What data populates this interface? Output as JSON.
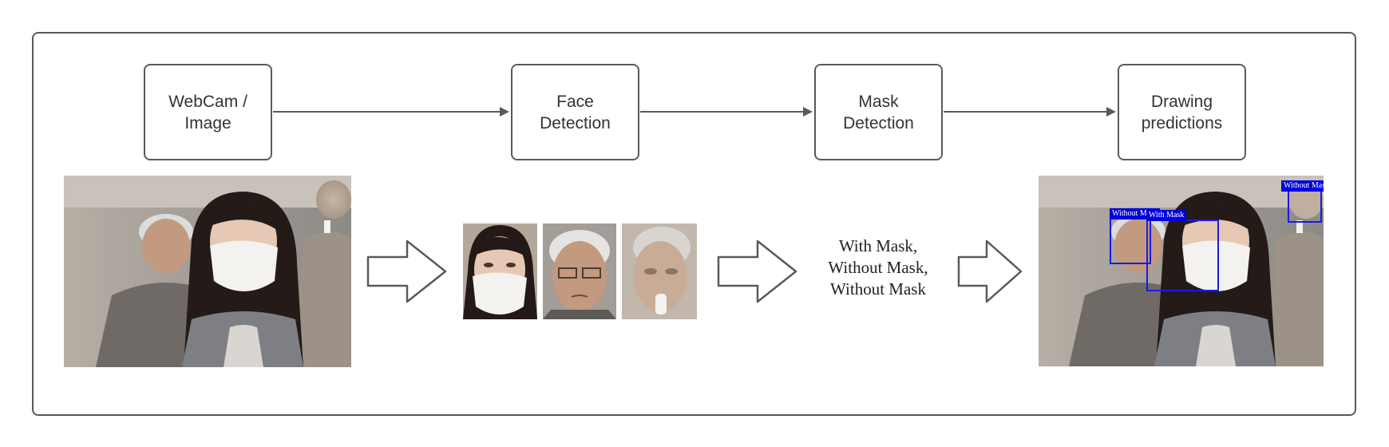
{
  "steps": [
    {
      "label": "WebCam /\nImage"
    },
    {
      "label": "Face\nDetection"
    },
    {
      "label": "Mask\nDetection"
    },
    {
      "label": "Drawing\npredictions"
    }
  ],
  "mask_results": [
    "With Mask,",
    "Without Mask,",
    "Without Mask"
  ],
  "detections": [
    {
      "label": "Without Mask"
    },
    {
      "label": "Without Mask"
    },
    {
      "label": "With Mask"
    }
  ],
  "colors": {
    "border": "#5a5a5a",
    "detection": "#0000e0"
  }
}
